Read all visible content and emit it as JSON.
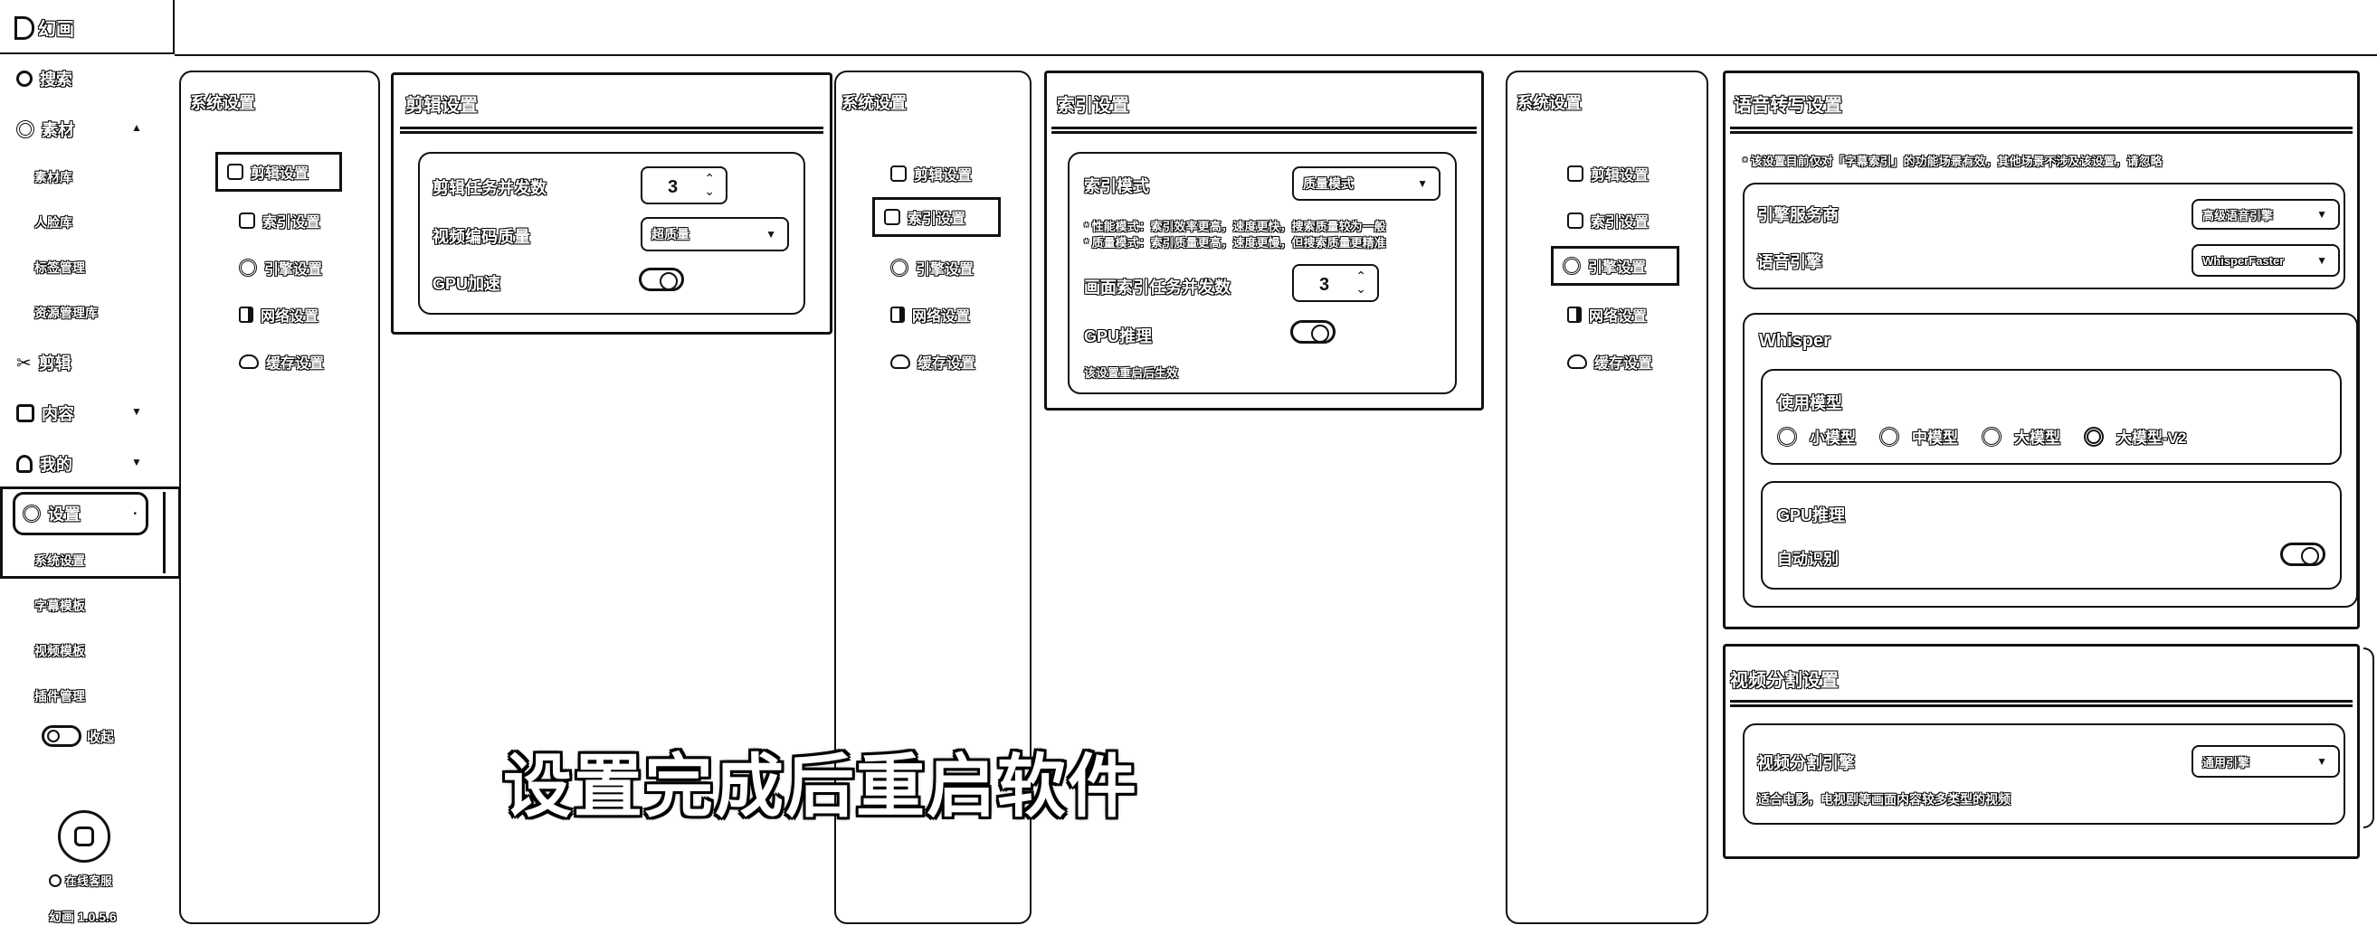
{
  "app": {
    "brand": "幻画",
    "version": "幻画 1.0.5.6",
    "support": "在线客服",
    "collapse": "收起"
  },
  "sidebar": {
    "search": "搜索",
    "material": "素材",
    "material_items": [
      "素材库",
      "人脸库",
      "标签管理",
      "资源管理库"
    ],
    "edit": "剪辑",
    "content": "内容",
    "mine": "我的",
    "settings": "设置",
    "settings_items": [
      "系统设置",
      "字幕模板",
      "视频模板",
      "插件管理"
    ]
  },
  "system_nav": {
    "title": "系统设置",
    "items": [
      "剪辑设置",
      "索引设置",
      "引擎设置",
      "网络设置",
      "缓存设置"
    ]
  },
  "edit_settings": {
    "title": "剪辑设置",
    "concurrency_label": "剪辑任务并发数",
    "concurrency_value": "3",
    "quality_label": "视频编码质量",
    "quality_value": "超质量",
    "gpu_label": "GPU加速"
  },
  "index_settings": {
    "title": "索引设置",
    "mode_label": "索引模式",
    "mode_value": "质量模式",
    "note1": "* 性能模式：索引效率更高，速度更快，搜索质量较为一般",
    "note2": "* 质量模式：索引质量更高，速度更慢，但搜索质量更精准",
    "concurrency_label": "画面索引任务并发数",
    "concurrency_value": "3",
    "gpu_label": "GPU推理",
    "restart_note": "该设置重启后生效"
  },
  "speech_settings": {
    "title": "语音转写设置",
    "note": "* 该设置目前仅对「字幕索引」的功能场景有效，其他场景不涉及该设置，请忽略",
    "provider_label": "引擎服务商",
    "provider_value": "高级语音引擎",
    "engine_label": "语音引擎",
    "engine_value": "WhisperFaster",
    "whisper_title": "Whisper",
    "model_label": "使用模型",
    "models": [
      "小模型",
      "中模型",
      "大模型",
      "大模型-V2"
    ],
    "gpu_title": "GPU推理",
    "auto_label": "自动识别"
  },
  "video_split": {
    "title": "视频分割设置",
    "engine_label": "视频分割引擎",
    "engine_value": "通用引擎",
    "note": "适合电影，电视剧等画面内容较多类型的视频"
  },
  "overlay_caption": "设置完成后重启软件"
}
